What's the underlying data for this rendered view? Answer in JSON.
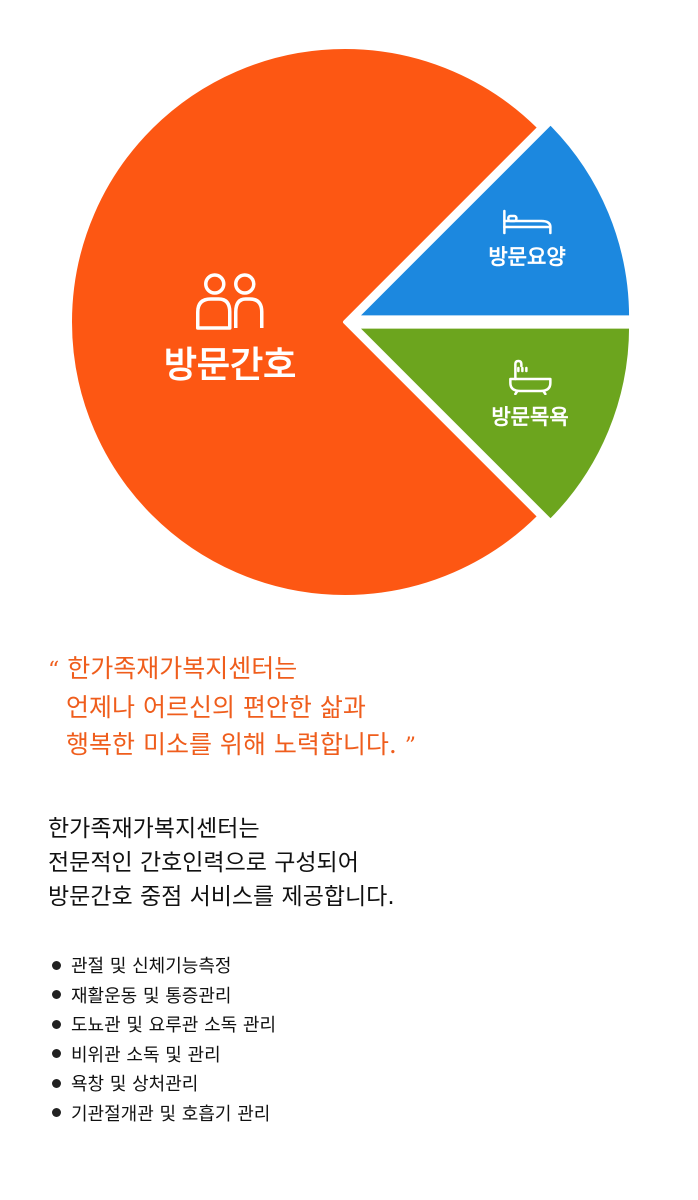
{
  "chart_data": {
    "type": "pie",
    "slices": [
      {
        "label": "방문간호",
        "value": 75,
        "color": "#fd5713",
        "icon": "people-icon"
      },
      {
        "label": "방문요양",
        "value": 12.5,
        "color": "#1c88df",
        "icon": "bed-icon"
      },
      {
        "label": "방문목욕",
        "value": 12.5,
        "color": "#6ca51e",
        "icon": "bathtub-icon"
      }
    ]
  },
  "quote": {
    "open_mark": "“",
    "close_mark": "”",
    "lines": [
      "한가족재가복지센터는",
      "언제나 어르신의 편안한 삶과",
      "행복한 미소를 위해 노력합니다."
    ]
  },
  "description": {
    "lines": [
      "한가족재가복지센터는",
      "전문적인 간호인력으로 구성되어",
      "방문간호 중점 서비스를 제공합니다."
    ]
  },
  "services": [
    "관절 및 신체기능측정",
    "재활운동 및 통증관리",
    "도뇨관 및 요루관 소독 관리",
    "비위관 소독 및 관리",
    "욕창 및 상처관리",
    "기관절개관 및 호흡기 관리"
  ]
}
